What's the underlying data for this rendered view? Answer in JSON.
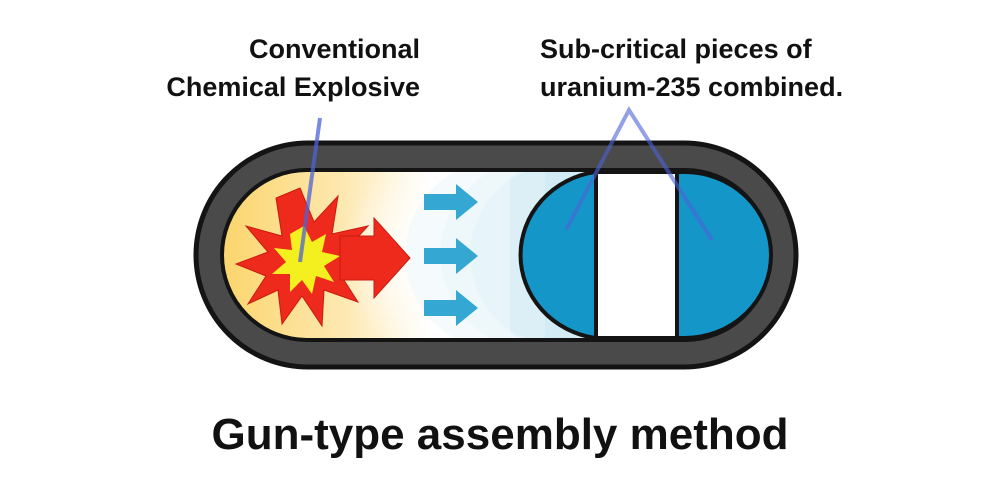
{
  "labels": {
    "explosive": [
      "Conventional",
      "Chemical Explosive"
    ],
    "uranium": [
      "Sub-critical pieces of",
      "uranium-235 combined."
    ]
  },
  "caption": "Gun-type assembly method",
  "colors": {
    "casing": "#4a4a4a",
    "casing_outline": "#1a1a1a",
    "chamber_bg": "#fde9b0",
    "explosion_red": "#ee2a1c",
    "explosion_yellow": "#f4f020",
    "uranium_blue": "#1596c8",
    "motion_blue": "#4fb7d8",
    "pointer_line": "#5a6fd8"
  }
}
